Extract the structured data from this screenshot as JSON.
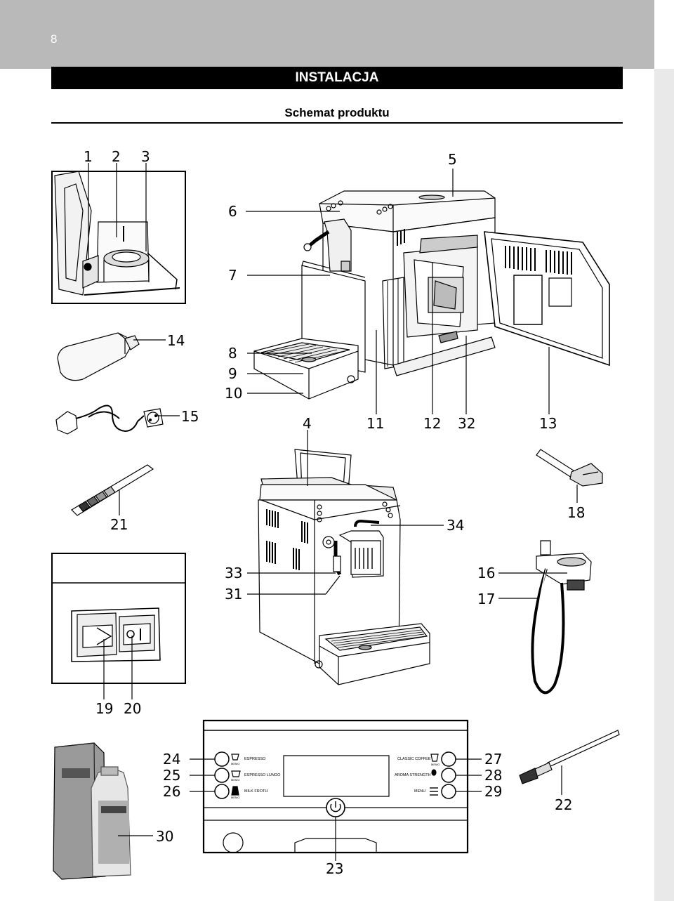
{
  "page": {
    "number": "8",
    "section_title": "INSTALACJA",
    "subtitle": "Schemat produktu"
  },
  "callouts": {
    "c1": "1",
    "c2": "2",
    "c3": "3",
    "c5": "5",
    "c6": "6",
    "c7": "7",
    "c8": "8",
    "c9": "9",
    "c10": "10",
    "c14": "14",
    "c15": "15",
    "c4a": "4",
    "c11": "11",
    "c12": "12",
    "c32": "32",
    "c13": "13",
    "c21": "21",
    "c34": "34",
    "c18": "18",
    "c33": "33",
    "c31": "31",
    "c16": "16",
    "c17": "17",
    "c19": "19",
    "c20": "20",
    "c24": "24",
    "c25": "25",
    "c26": "26",
    "c27": "27",
    "c28": "28",
    "c29": "29",
    "c22": "22",
    "c30": "30",
    "c23": "23"
  },
  "control_panel": {
    "espresso": "ESPRESSO",
    "espresso_lungo": "ESPRESSO LUNGO",
    "milk_froth": "MILK FROTH",
    "classic_coffee": "CLASSIC COFFEE",
    "aroma_strength": "AROMA STRENGTH",
    "menu": "MENU",
    "memo": "MEMO"
  },
  "icons": [
    "cup-icon",
    "milk-jug-icon",
    "menu-list-icon",
    "power-icon",
    "aroma-bean-icon"
  ]
}
